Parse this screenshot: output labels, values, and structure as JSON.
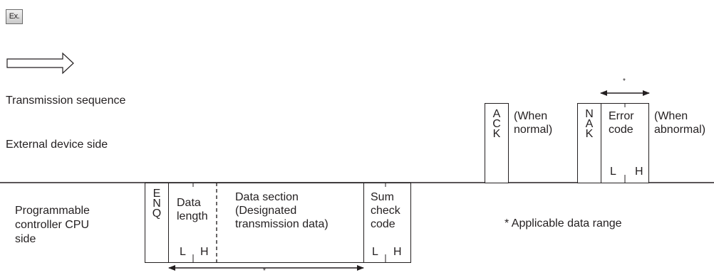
{
  "icon": {
    "label": "Ex.",
    "name": "example-icon"
  },
  "legend": {
    "arrow_icon": "outline-right-arrow",
    "transmission_sequence": "Transmission sequence"
  },
  "rows": {
    "external": "External device side",
    "plc": "Programmable\ncontroller CPU\nside"
  },
  "plc_frame": {
    "enq": [
      "E",
      "N",
      "Q"
    ],
    "data_length": "Data\nlength",
    "data_length_lh": [
      "L",
      "H"
    ],
    "data_section": "Data section\n(Designated\ntransmission data)",
    "sum_check": "Sum\ncheck\ncode",
    "sum_check_lh": [
      "L",
      "H"
    ],
    "range_marker": "*"
  },
  "external_frame": {
    "ack": [
      "A",
      "C",
      "K"
    ],
    "when_normal": "(When\nnormal)",
    "nak": [
      "N",
      "A",
      "K"
    ],
    "error_code": "Error\ncode",
    "error_code_lh": [
      "L",
      "H"
    ],
    "when_abnormal": "(When\nabnormal)",
    "range_marker": "*"
  },
  "note": "* Applicable data range",
  "colors": {
    "ink": "#231f20",
    "background": "#ffffff"
  }
}
